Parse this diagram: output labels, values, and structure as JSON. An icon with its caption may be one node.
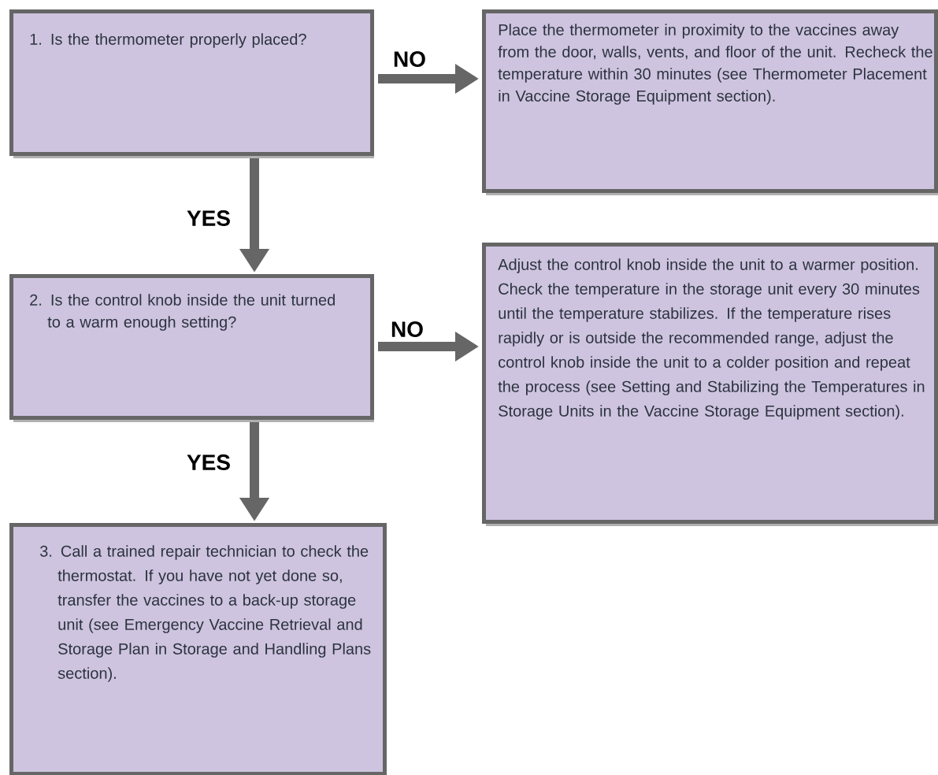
{
  "diagram": {
    "nodes": [
      {
        "text": [
          "1. Is the thermometer properly placed?"
        ]
      },
      {
        "text": [
          "Place the thermometer in proximity to the vaccines away from the door, walls, vents, and floor of the unit. Recheck the temperature within 30 minutes (see Thermometer Placement in Vaccine Storage Equipment section)."
        ]
      },
      {
        "text": [
          "2. Is the control knob inside the unit turned to a warm enough setting?"
        ]
      },
      {
        "text": [
          "Adjust the control knob inside the unit to a warmer position. Check the temperature in the storage unit every 30 minutes until the temperature stabilizes. If the temperature rises rapidly or is outside the recommended range, adjust the control knob inside the unit to a colder position and repeat the process (see Setting and Stabilizing the Temperatures in Storage Units in the Vaccine Storage Equipment section)."
        ]
      },
      {
        "text": [
          "3. Call a trained repair technician to check the thermostat. If you have not yet done so, transfer the vaccines to a back-up storage unit (see Emergency Vaccine Retrieval and Storage Plan in Storage and Handling Plans section)."
        ]
      }
    ],
    "edges": [
      {
        "from": 0,
        "to": 1,
        "arrow": "to",
        "label": "NO"
      },
      {
        "from": 0,
        "to": 2,
        "arrow": "to",
        "label": "YES"
      },
      {
        "from": 2,
        "to": 3,
        "arrow": "to",
        "label": "NO"
      },
      {
        "from": 2,
        "to": 4,
        "arrow": "to",
        "label": "YES"
      }
    ]
  }
}
